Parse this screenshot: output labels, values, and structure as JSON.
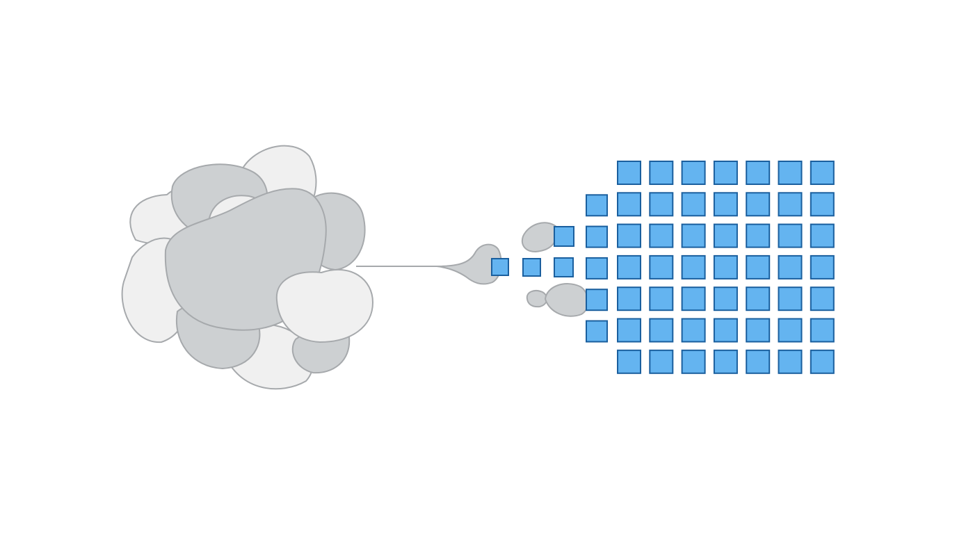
{
  "diagram": {
    "source_shape": "cloud",
    "target_shape": "grid",
    "colors": {
      "background": "#ffffff",
      "cloud_light": "#f0f0f0",
      "cloud_dark": "#cdd0d2",
      "cloud_stroke": "#a6a9ac",
      "square_fill": "#64b4f0",
      "square_stroke": "#1a5f9e"
    },
    "grid": {
      "columns": 7,
      "rows": 7,
      "left_column_rows": [
        1,
        2,
        3,
        4,
        5
      ]
    },
    "stream_squares": 4
  }
}
